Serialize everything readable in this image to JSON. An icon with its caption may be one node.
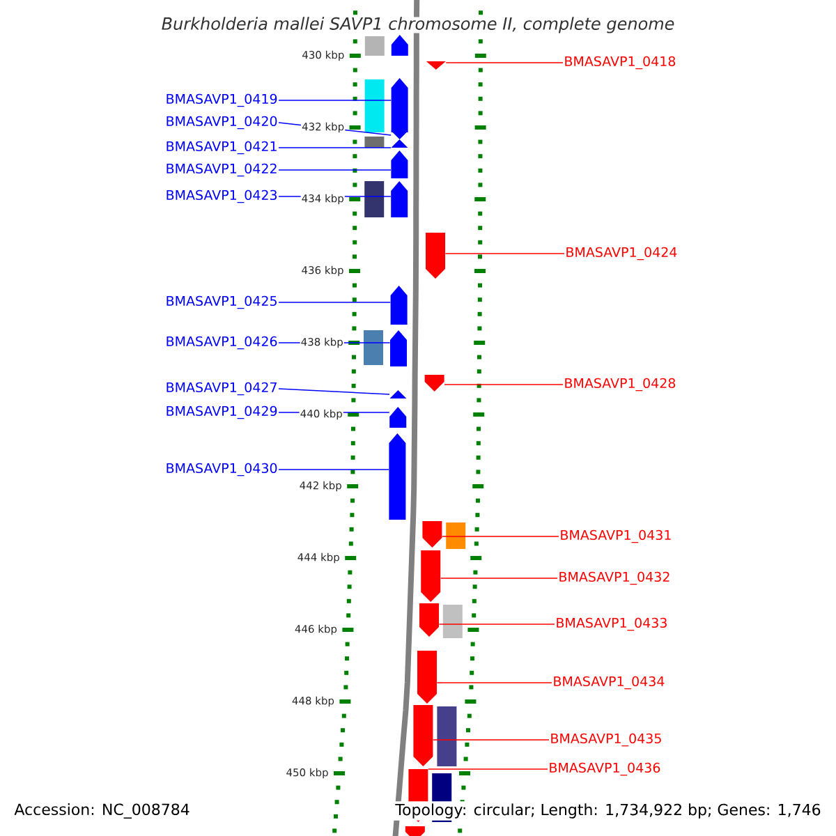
{
  "diagram": {
    "title": "Burkholderia mallei SAVP1 chromosome II, complete genome",
    "nodes": [
      {
        "text": [
          "BMASAVP1_0419"
        ]
      },
      {
        "text": [
          "BMASAVP1_0420"
        ]
      },
      {
        "text": [
          "BMASAVP1_0421"
        ]
      },
      {
        "text": [
          "BMASAVP1_0422"
        ]
      },
      {
        "text": [
          "BMASAVP1_0423"
        ]
      },
      {
        "text": [
          "BMASAVP1_0425"
        ]
      },
      {
        "text": [
          "BMASAVP1_0426"
        ]
      },
      {
        "text": [
          "BMASAVP1_0427"
        ]
      },
      {
        "text": [
          "BMASAVP1_0429"
        ]
      },
      {
        "text": [
          "BMASAVP1_0430"
        ]
      },
      {
        "text": [
          "BMASAVP1_0418"
        ]
      },
      {
        "text": [
          "BMASAVP1_0424"
        ]
      },
      {
        "text": [
          "BMASAVP1_0428"
        ]
      },
      {
        "text": [
          "BMASAVP1_0431"
        ]
      },
      {
        "text": [
          "BMASAVP1_0432"
        ]
      },
      {
        "text": [
          "BMASAVP1_0433"
        ]
      },
      {
        "text": [
          "BMASAVP1_0434"
        ]
      },
      {
        "text": [
          "BMASAVP1_0435"
        ]
      },
      {
        "text": [
          "BMASAVP1_0436"
        ]
      },
      {
        "text": [],
        "shape": "bar"
      },
      {
        "text": [],
        "shape": "bar"
      },
      {
        "text": [],
        "shape": "bar"
      },
      {
        "text": [],
        "shape": "bar"
      },
      {
        "text": [],
        "shape": "bar"
      },
      {
        "text": [],
        "shape": "bar"
      },
      {
        "text": [],
        "shape": "bar"
      },
      {
        "text": [],
        "shape": "bar"
      },
      {
        "text": [],
        "shape": "bar"
      },
      {
        "text": [],
        "shape": "bar"
      },
      {
        "text": [],
        "shape": "bar"
      },
      {
        "text": [],
        "shape": "bar"
      },
      {
        "text": [],
        "shape": "bar"
      },
      {
        "text": [],
        "shape": "bar"
      },
      {
        "text": [],
        "shape": "bar"
      },
      {
        "text": [],
        "shape": "bar"
      },
      {
        "text": [],
        "shape": "bar"
      },
      {
        "text": [],
        "shape": "bar"
      },
      {
        "text": [],
        "shape": "bar"
      },
      {
        "text": [],
        "shape": "bar"
      },
      {
        "text": [],
        "shape": "bar"
      },
      {
        "text": [],
        "shape": "box"
      },
      {
        "text": [],
        "shape": "box"
      },
      {
        "text": [],
        "shape": "box"
      },
      {
        "text": [],
        "shape": "box"
      },
      {
        "text": [],
        "shape": "box"
      },
      {
        "text": [],
        "shape": "box"
      },
      {
        "text": [],
        "shape": "box"
      },
      {
        "text": [],
        "shape": "box"
      },
      {
        "text": [],
        "shape": "box"
      }
    ],
    "edges": [
      {
        "from": 0,
        "to": 20,
        "arrow": "none"
      },
      {
        "from": 1,
        "to": 21,
        "arrow": "none"
      },
      {
        "from": 2,
        "to": 22,
        "arrow": "none"
      },
      {
        "from": 3,
        "to": 23,
        "arrow": "none"
      },
      {
        "from": 4,
        "to": 24,
        "arrow": "none"
      },
      {
        "from": 5,
        "to": 25,
        "arrow": "none"
      },
      {
        "from": 6,
        "to": 26,
        "arrow": "none"
      },
      {
        "from": 7,
        "to": 27,
        "arrow": "none"
      },
      {
        "from": 8,
        "to": 28,
        "arrow": "none"
      },
      {
        "from": 9,
        "to": 29,
        "arrow": "none"
      },
      {
        "from": 10,
        "to": 30,
        "arrow": "none",
        "color": "#ff0000"
      },
      {
        "from": 11,
        "to": 31,
        "arrow": "none",
        "color": "#ff0000"
      },
      {
        "from": 12,
        "to": 32,
        "arrow": "none",
        "color": "#ff0000"
      },
      {
        "from": 13,
        "to": 33,
        "arrow": "none",
        "color": "#ff0000"
      },
      {
        "from": 14,
        "to": 34,
        "arrow": "none",
        "color": "#ff0000"
      },
      {
        "from": 15,
        "to": 35,
        "arrow": "none",
        "color": "#ff0000"
      },
      {
        "from": 16,
        "to": 36,
        "arrow": "none",
        "color": "#ff0000"
      },
      {
        "from": 17,
        "to": 37,
        "arrow": "none",
        "color": "#ff0000"
      },
      {
        "from": 18,
        "to": 38,
        "arrow": "none",
        "color": "#ff0000"
      }
    ],
    "labels": [
      "430 kbp",
      "432 kbp",
      "434 kbp",
      "436 kbp",
      "438 kbp",
      "440 kbp",
      "442 kbp",
      "444 kbp",
      "446 kbp",
      "448 kbp",
      "450 kbp",
      "Accession: NC_008784",
      "Topology: circular; Length: 1,734,922 bp; Genes: 1,746"
    ]
  }
}
